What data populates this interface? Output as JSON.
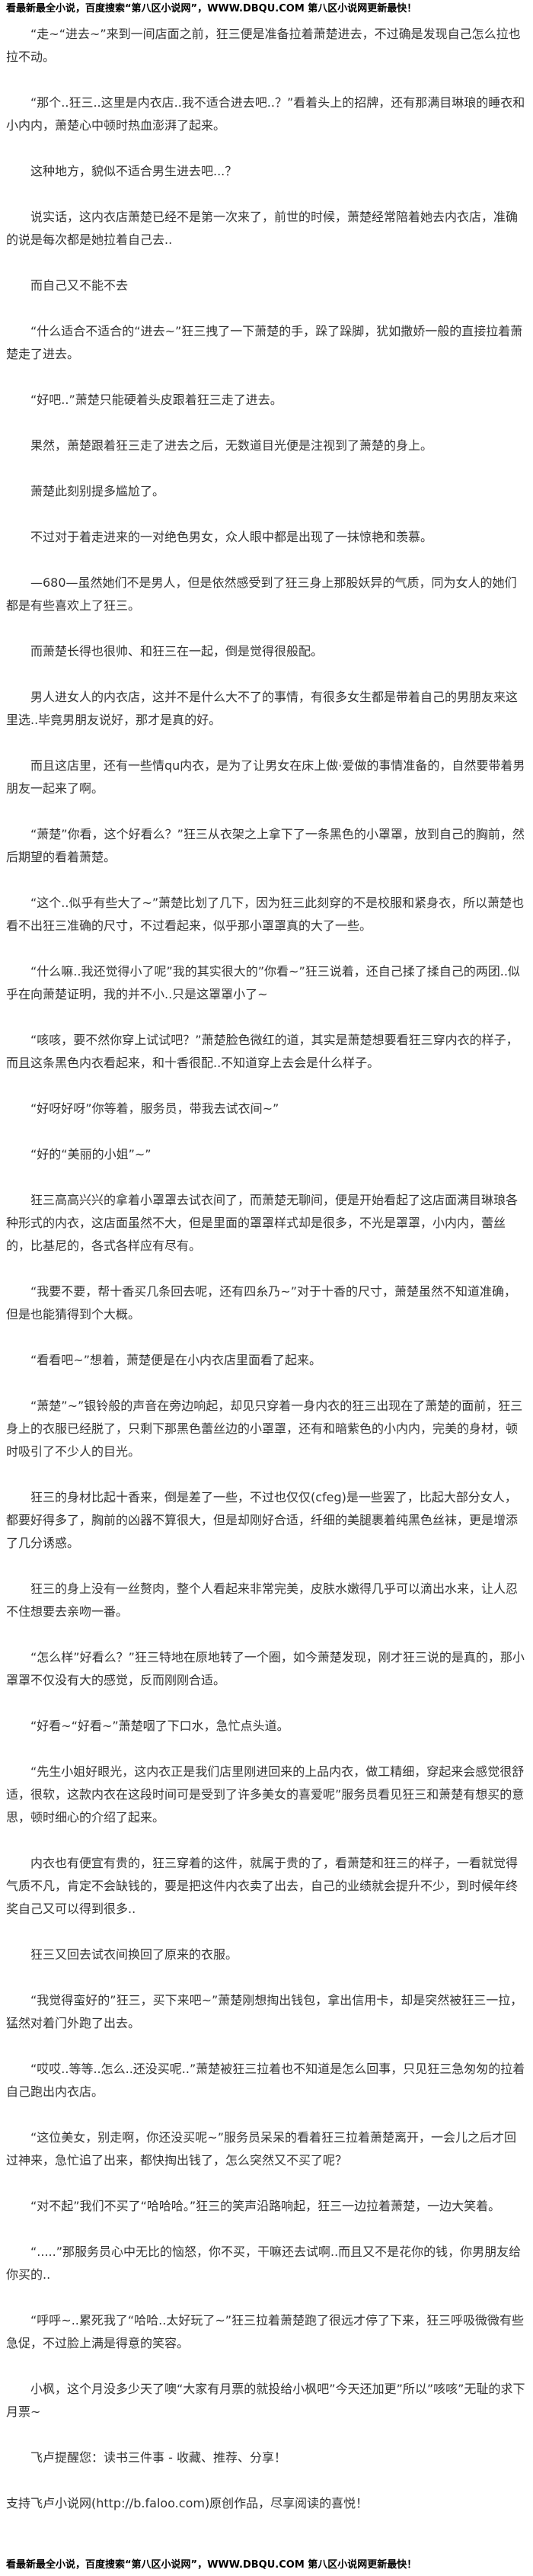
{
  "banner_top": "看最新最全小说，百度搜索“第八区小说网”，WWW.DBQU.COM 第八区小说网更新最快！",
  "chapter": {
    "paragraphs": [
      "“走~“进去~”来到一间店面之前，狂三便是准备拉着萧楚进去，不过确是发现自己怎么拉也拉不动。",
      "“那个..狂三..这里是内衣店..我不适合进去吧..？”看着头上的招牌，还有那满目琳琅的睡衣和小内内，萧楚心中顿时热血澎湃了起来。",
      "这种地方，貌似不适合男生进去吧...？",
      "说实话，这内衣店萧楚已经不是第一次来了，前世的时候，萧楚经常陪着她去内衣店，准确的说是每次都是她拉着自己去..",
      "而自己又不能不去",
      "“什么适合不适合的“进去~”狂三拽了一下萧楚的手，跺了跺脚，犹如撒娇一般的直接拉着萧楚走了进去。",
      "“好吧..”萧楚只能硬着头皮跟着狂三走了进去。",
      "果然，萧楚跟着狂三走了进去之后，无数道目光便是注视到了萧楚的身上。",
      "萧楚此刻别提多尴尬了。",
      "不过对于着走进来的一对绝色男女，众人眼中都是出现了一抹惊艳和羡慕。",
      "—680—虽然她们不是男人，但是依然感受到了狂三身上那股妖异的气质，同为女人的她们都是有些喜欢上了狂三。",
      "而萧楚长得也很帅、和狂三在一起，倒是觉得很般配。",
      "男人进女人的内衣店，这并不是什么大不了的事情，有很多女生都是带着自己的男朋友来这里选..毕竟男朋友说好，那才是真的好。",
      "而且这店里，还有一些情qu内衣，是为了让男女在床上做·爱做的事情准备的，自然要带着男朋友一起来了啊。",
      "“萧楚”你看，这个好看么？”狂三从衣架之上拿下了一条黑色的小罩罩，放到自己的胸前，然后期望的看着萧楚。",
      "“这个..似乎有些大了~”萧楚比划了几下，因为狂三此刻穿的不是校服和紧身衣，所以萧楚也看不出狂三准确的尺寸，不过看起来，似乎那小罩罩真的大了一些。",
      "“什么嘛..我还觉得小了呢”我的其实很大的”你看~”狂三说着，还自己揉了揉自己的两团..似乎在向萧楚证明，我的并不小..只是这罩罩小了~",
      "“咳咳，要不然你穿上试试吧？”萧楚脸色微红的道，其实是萧楚想要看狂三穿内衣的样子，而且这条黑色内衣看起来，和十香很配..不知道穿上去会是什么样子。",
      "“好呀好呀”你等着，服务员，带我去试衣间~”",
      "“好的“美丽的小姐”~”",
      "狂三高高兴兴的拿着小罩罩去试衣间了，而萧楚无聊间，便是开始看起了这店面满目琳琅各种形式的内衣，这店面虽然不大，但是里面的罩罩样式却是很多，不光是罩罩，小内内，蕾丝的，比基尼的，各式各样应有尽有。",
      "“我要不要，帮十香买几条回去呢，还有四糸乃~”对于十香的尺寸，萧楚虽然不知道准确，但是也能猜得到个大概。",
      "“看看吧~”想着，萧楚便是在小内衣店里面看了起来。",
      "“萧楚”~”银铃般的声音在旁边响起，却见只穿着一身内衣的狂三出现在了萧楚的面前，狂三身上的衣服已经脱了，只剩下那黑色蕾丝边的小罩罩，还有和暗紫色的小内内，完美的身材，顿时吸引了不少人的目光。",
      "狂三的身材比起十香来，倒是差了一些，不过也仅仅(cfeg)是一些罢了，比起大部分女人，都要好得多了，胸前的凶器不算很大，但是却刚好合适，纤细的美腿裹着纯黑色丝袜，更是增添了几分诱惑。",
      "狂三的身上没有一丝赘肉，整个人看起来非常完美，皮肤水嫩得几乎可以滴出水来，让人忍不住想要去亲吻一番。",
      "“怎么样”好看么？”狂三特地在原地转了一个圈，如今萧楚发现，刚才狂三说的是真的，那小罩罩不仅没有大的感觉，反而刚刚合适。",
      "“好看~“好看~”萧楚咽了下口水，急忙点头道。",
      "“先生小姐好眼光，这内衣正是我们店里刚进回来的上品内衣，做工精细，穿起来会感觉很舒适，很软，这款内衣在这段时间可是受到了许多美女的喜爱呢”服务员看见狂三和萧楚有想买的意思，顿时细心的介绍了起来。",
      "内衣也有便宜有贵的，狂三穿着的这件，就属于贵的了，看萧楚和狂三的样子，一看就觉得气质不凡，肯定不会缺钱的，要是把这件内衣卖了出去，自己的业绩就会提升不少，到时候年终奖自己又可以得到很多..",
      "狂三又回去试衣间换回了原来的衣服。",
      "“我觉得蛮好的”狂三，买下来吧~”萧楚刚想掏出钱包，拿出信用卡，却是突然被狂三一拉，猛然对着门外跑了出去。",
      "“哎哎..等等..怎么..还没买呢..”萧楚被狂三拉着也不知道是怎么回事，只见狂三急匆匆的拉着自己跑出内衣店。",
      "“这位美女，别走啊，你还没买呢~”服务员呆呆的看着狂三拉着萧楚离开，一会儿之后才回过神来，急忙追了出来，都快掏出钱了，怎么突然又不买了呢？",
      "“对不起”我们不买了“哈哈哈。”狂三的笑声沿路响起，狂三一边拉着萧楚，一边大笑着。",
      "“.....”那服务员心中无比的恼怒，你不买，干嘛还去试啊..而且又不是花你的钱，你男朋友给你买的..",
      "“呼呼~..累死我了“哈哈..太好玩了~”狂三拉着萧楚跑了很远才停了下来，狂三呼吸微微有些急促，不过脸上满是得意的笑容。",
      "小枫，这个月没多少天了噢“大家有月票的就投给小枫吧”今天还加更”所以”咳咳”无耻的求下月票~"
    ]
  },
  "reminder": "飞卢提醒您：读书三件事 - 收藏、推荐、分享！",
  "support": "支持飞卢小说网(http://b.faloo.com)原创作品，尽享阅读的喜悦！",
  "banner_bottom": "看最新最全小说，百度搜索“第八区小说网”，WWW.DBQU.COM 第八区小说网更新最快！",
  "colors": {
    "text": "#333333",
    "banner": "#000000",
    "background": "#ffffff"
  }
}
